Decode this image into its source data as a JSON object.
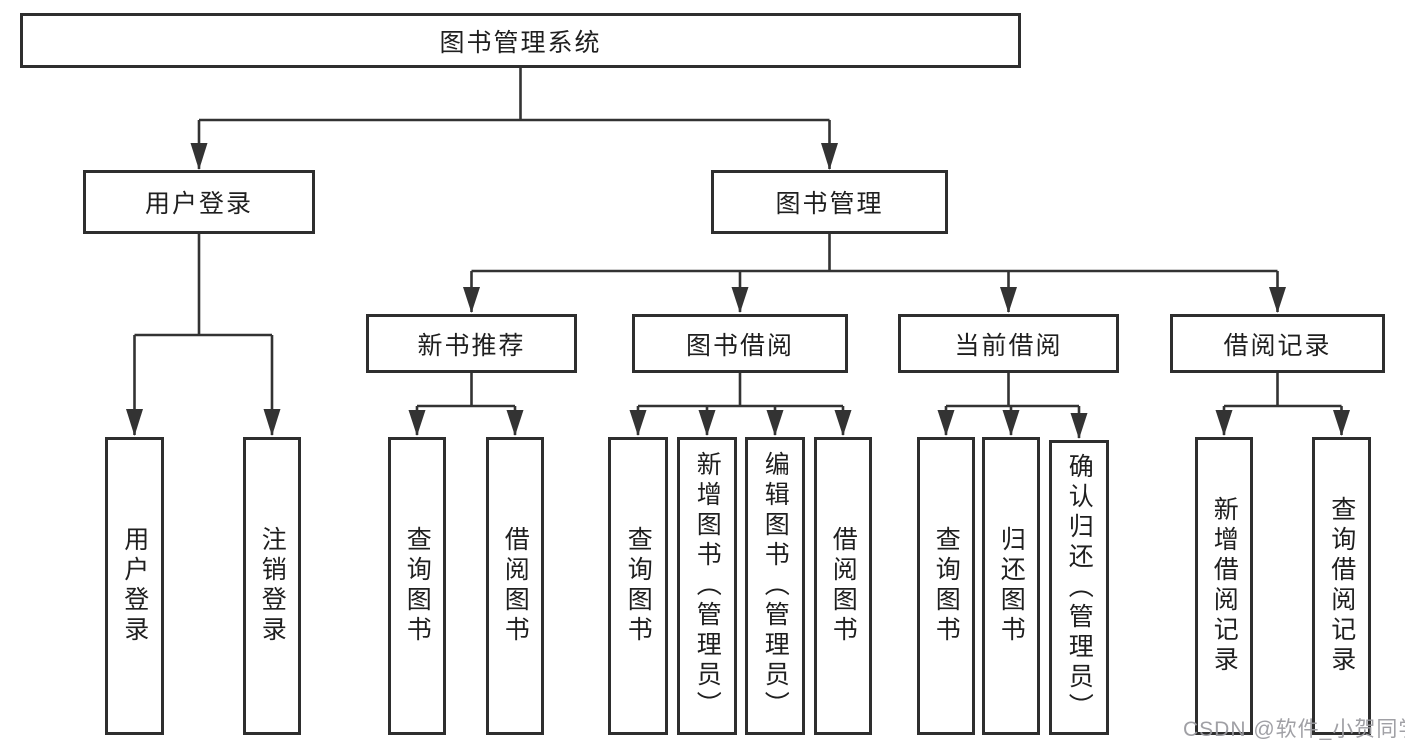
{
  "colors": {
    "line": "#333333",
    "box_border": "#2e2e2e",
    "text": "#1f1f1f",
    "watermark": "#9b9ba0"
  },
  "diagram": {
    "root": {
      "label": "图书管理系统"
    },
    "branches": [
      {
        "label": "用户登录",
        "children": [
          {
            "label": "用户登录"
          },
          {
            "label": "注销登录"
          }
        ]
      },
      {
        "label": "图书管理",
        "children": [
          {
            "label": "新书推荐",
            "children": [
              {
                "label": "查询图书"
              },
              {
                "label": "借阅图书"
              }
            ]
          },
          {
            "label": "图书借阅",
            "children": [
              {
                "label": "查询图书"
              },
              {
                "label": "新增图书（管理员）"
              },
              {
                "label": "编辑图书（管理员）"
              },
              {
                "label": "借阅图书"
              }
            ]
          },
          {
            "label": "当前借阅",
            "children": [
              {
                "label": "查询图书"
              },
              {
                "label": "归还图书"
              },
              {
                "label": "确认归还（管理员）"
              }
            ]
          },
          {
            "label": "借阅记录",
            "children": [
              {
                "label": "新增借阅记录"
              },
              {
                "label": "查询借阅记录"
              }
            ]
          }
        ]
      }
    ]
  },
  "watermark": {
    "text": "CSDN @软件_小贺同学"
  }
}
